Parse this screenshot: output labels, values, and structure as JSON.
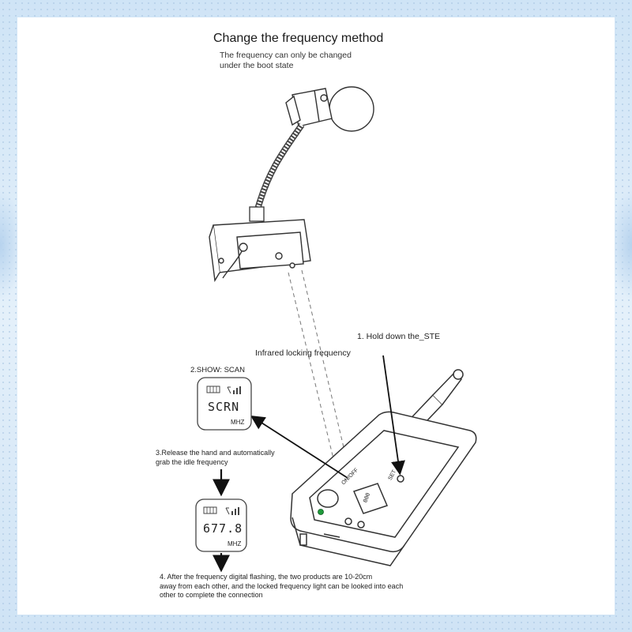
{
  "title": "Change the frequency method",
  "note_lines": [
    "The frequency can only be changed",
    "under the boot state"
  ],
  "labels": {
    "step1": "1. Hold down the_STE",
    "infrared": "Infrared locking frequency",
    "step2": "2.SHOW: SCAN",
    "step3_lines": [
      "3.Release the hand and automatically",
      "grab the idle frequency"
    ],
    "step4_lines": [
      "4. After the frequency digital flashing, the two products are 10-20cm",
      "away from each other, and the locked frequency light can be looked into each",
      "other to complete the connection"
    ]
  },
  "display_scan": {
    "text": "SCRN",
    "unit": "MHZ"
  },
  "display_freq": {
    "text": "677.8",
    "unit": "MHZ"
  },
  "device": {
    "set_label": "SET",
    "onoff_label": "ON/OFF",
    "small_display": "000"
  },
  "colors": {
    "led": "#1e9a3a",
    "line": "#222222"
  }
}
